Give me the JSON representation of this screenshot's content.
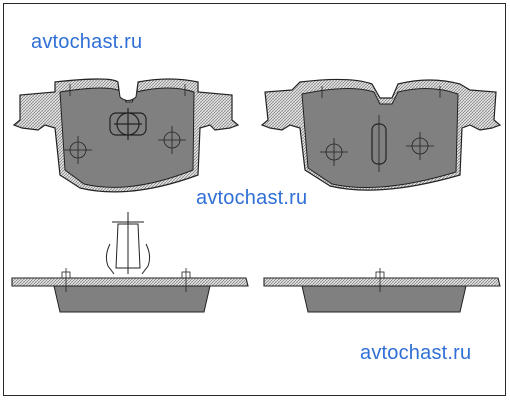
{
  "watermarks": [
    "avtochast.ru",
    "avtochast.ru",
    "avtochast.ru"
  ],
  "colors": {
    "pad_fill": "#808080",
    "plate_fill": "#d4d4d4",
    "outline": "#222222",
    "watermark": "#2f6fd6",
    "background": "#ffffff"
  }
}
